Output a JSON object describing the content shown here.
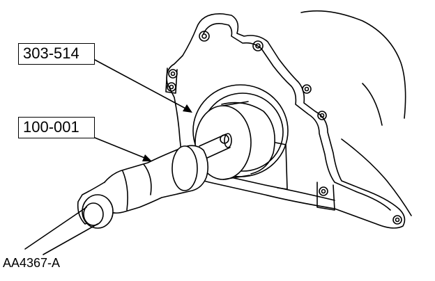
{
  "callouts": {
    "seal_installer": "303-514",
    "handle": "100-001"
  },
  "figure_id": "AA4367-A",
  "colors": {
    "line": "#000000",
    "background": "#ffffff"
  }
}
